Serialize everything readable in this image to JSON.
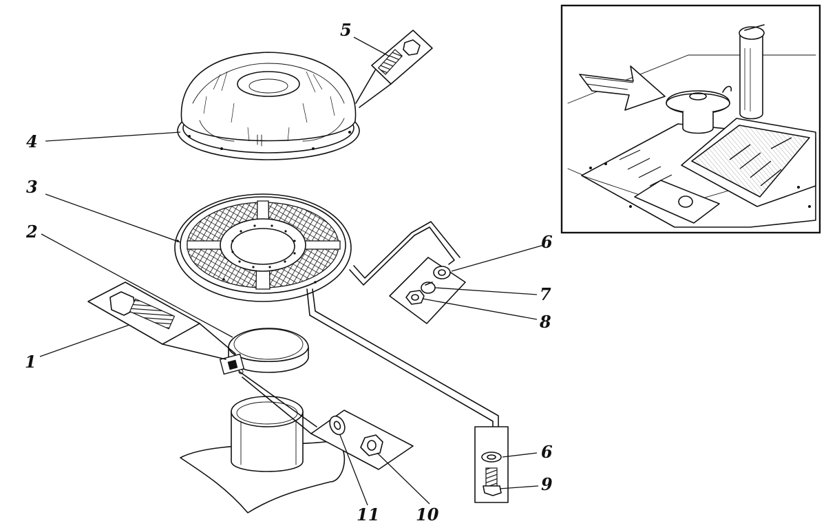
{
  "diagram": {
    "callouts": [
      {
        "id": "1",
        "label": "1"
      },
      {
        "id": "2",
        "label": "2"
      },
      {
        "id": "3",
        "label": "3"
      },
      {
        "id": "4",
        "label": "4"
      },
      {
        "id": "5",
        "label": "5"
      },
      {
        "id": "6a",
        "label": "6"
      },
      {
        "id": "7",
        "label": "7"
      },
      {
        "id": "8",
        "label": "8"
      },
      {
        "id": "6b",
        "label": "6"
      },
      {
        "id": "9",
        "label": "9"
      },
      {
        "id": "10",
        "label": "10"
      },
      {
        "id": "11",
        "label": "11"
      }
    ]
  }
}
